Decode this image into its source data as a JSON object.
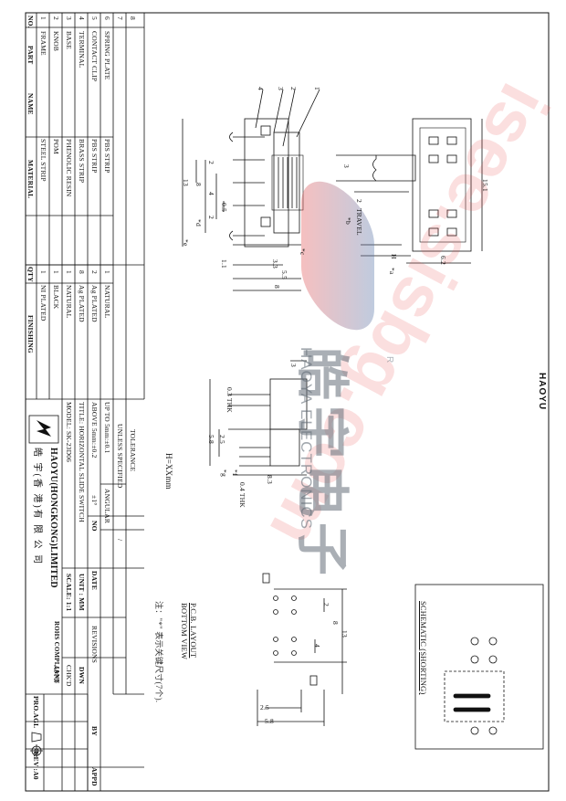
{
  "brand": "HAOYU",
  "watermark": {
    "site": "isee.sisbg.com",
    "cn": "皓宇电子",
    "en": "HAOYA ELECTRONICS",
    "reg": "R"
  },
  "bom": {
    "headers": {
      "no": "NO.",
      "part": "PART",
      "name": "NAME",
      "material": "MATERIAL",
      "qty": "QTY",
      "finishing": "FINISHING"
    },
    "rows": [
      {
        "no": "8",
        "name": "",
        "material": "",
        "qty": "",
        "finishing": ""
      },
      {
        "no": "7",
        "name": "",
        "material": "",
        "qty": "",
        "finishing": ""
      },
      {
        "no": "6",
        "name": "SPRING PLATE",
        "material": "PBS STRIP",
        "qty": "1",
        "finishing": "NATURAL"
      },
      {
        "no": "5",
        "name": "CONTACT CLIP",
        "material": "PBS STRIP",
        "qty": "2",
        "finishing": "Ag PLATED"
      },
      {
        "no": "4",
        "name": "TERMINAL",
        "material": "BRASS STRIP",
        "qty": "8",
        "finishing": "Ag PLATED"
      },
      {
        "no": "3",
        "name": "BASE",
        "material": "PHENOLIC RESIN",
        "qty": "1",
        "finishing": "NATURAL"
      },
      {
        "no": "2",
        "name": "KNOB",
        "material": "POM",
        "qty": "1",
        "finishing": "BLACK"
      },
      {
        "no": "1",
        "name": "FRAME",
        "material": "STEEL STRIP",
        "qty": "1",
        "finishing": "NI PLATED"
      }
    ]
  },
  "titleblock": {
    "tolerance_title": "TOLERANCE",
    "unless": "UNLESS SPECIFIED",
    "up_to": "UP TO 5mm:±0.1",
    "above": "ABOVE 5mm:±0.2",
    "angular": "ANGULAR",
    "angular_val": "±1°",
    "title": "TITLE: HORIZONTAL SLIDE SWITCH",
    "model": "MODEL: SK-23D06",
    "company_en": "HAOYU(HONGKONG)LIMITED",
    "company_cn": "皓 宇(香 港)有 限 公 司",
    "no_label": "NO",
    "date_label": "DATE",
    "revisions": "REVISIONS",
    "by": "BY",
    "appd": "APPD",
    "unit": "UNIT : MM",
    "scale": "SCALE: 1:1",
    "rohs": "ROHS COMPLIANT",
    "dwn": "DWN",
    "chkd": "CHK'D",
    "appd2": "APPD",
    "proj": "PRO.AGL",
    "rev": "REV :A0",
    "slash": "/"
  },
  "drawing": {
    "dims_side": [
      "2",
      "8",
      "4",
      "0.5",
      "*d",
      "13",
      "*e",
      "2",
      "1.1",
      "3.3",
      "5.5",
      "8",
      "*c"
    ],
    "callouts": [
      "4",
      "3",
      "2",
      "1"
    ],
    "dims_top": [
      "3",
      "2",
      "TRAVEL",
      "*b",
      "H",
      "*a",
      "6.2",
      "15.1"
    ],
    "dims_front": [
      "3",
      "0.3 THK",
      "2.5",
      "5.8",
      "*f",
      "*g",
      "8.3",
      "0.4 THK"
    ],
    "h_note": "H=XXmm",
    "pcb_title": "P.C.B. LAYOUT",
    "pcb_sub": "BOTTOM VIEW",
    "note": "注：\"*\" 表示关键尺寸(7个).",
    "dims_pcb": [
      "2",
      "8",
      "4",
      "13",
      "2.5",
      "5.8"
    ],
    "schematic": "SCHEMATIC (SHORTING)"
  }
}
